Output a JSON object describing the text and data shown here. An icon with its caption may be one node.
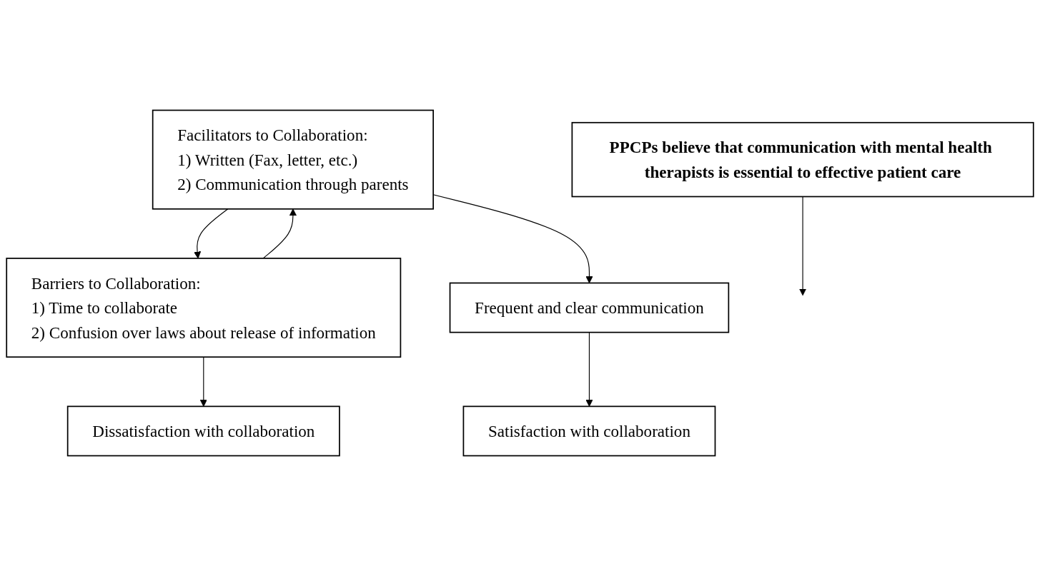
{
  "diagram": {
    "nodes": [
      {
        "text": [
          "PPCPs believe that communication with mental health therapists is essential to effective patient care"
        ]
      },
      {
        "text": [
          "Facilitators to Collaboration:",
          "1) Written (Fax, letter, etc.)",
          "2) Communication through parents"
        ]
      },
      {
        "text": [
          "Barriers to Collaboration:",
          "1) Time to collaborate",
          "2) Confusion over laws about release of information"
        ]
      },
      {
        "text": [
          "Frequent and clear communication"
        ]
      },
      {
        "text": [
          "Satisfaction with collaboration"
        ]
      },
      {
        "text": [
          "Dissatisfaction with collaboration"
        ]
      }
    ],
    "edges": [
      {
        "from": 0,
        "to": null,
        "arrow": "to"
      },
      {
        "from": 2,
        "to": 1,
        "arrow": "to"
      },
      {
        "from": 1,
        "to": 2,
        "arrow": "to"
      },
      {
        "from": 1,
        "to": 3,
        "arrow": "to"
      },
      {
        "from": 3,
        "to": 4,
        "arrow": "to"
      },
      {
        "from": 2,
        "to": 5,
        "arrow": "to"
      }
    ]
  }
}
